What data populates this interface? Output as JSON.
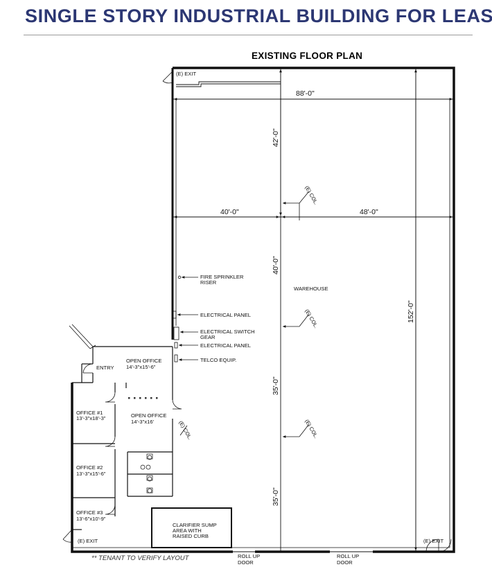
{
  "header": {
    "title": "SINGLE STORY INDUSTRIAL BUILDING FOR LEASE",
    "title_color": "#2c3773"
  },
  "plan": {
    "title": "EXISTING FLOOR PLAN",
    "dimensions": {
      "overall_width": "88'-0\"",
      "overall_depth": "152'-0\"",
      "bay_left": "40'-0\"",
      "bay_right": "48'-0\"",
      "span_1": "42'-0\"",
      "span_2": "40'-0\"",
      "span_3": "35'-0\"",
      "span_4": "35'-0\""
    },
    "labels": {
      "exit_top": "(E) EXIT",
      "exit_bottom_left": "(E) EXIT",
      "exit_bottom_right": "(E) EXIT",
      "sprinkler_1": "FIRE SPRINKLER",
      "sprinkler_2": "RISER",
      "elec_panel_1": "ELECTRICAL PANEL",
      "switch_gear_1": "ELECTRICAL SWITCH",
      "switch_gear_2": "GEAR",
      "elec_panel_2": "ELECTRICAL PANEL",
      "telco": "TELCO EQUIP.",
      "warehouse": "WAREHOUSE",
      "entry": "ENTRY",
      "open_office_1_name": "OPEN OFFICE",
      "open_office_1_size": "14'-3\"x15'-6\"",
      "open_office_2_name": "OPEN OFFICE",
      "open_office_2_size": "14'-3\"x16'",
      "office_1_name": "OFFICE #1",
      "office_1_size": "13'-3\"x18'-3\"",
      "office_2_name": "OFFICE #2",
      "office_2_size": "13'-3\"x15'-6\"",
      "office_3_name": "OFFICE #3",
      "office_3_size": "13'-6\"x10'-9\"",
      "clarifier_1": "CLARIFIER SUMP",
      "clarifier_2": "AREA WITH",
      "clarifier_3": "RAISED CURB",
      "roll_up_1a": "ROLL UP",
      "roll_up_1b": "DOOR",
      "roll_up_2a": "ROLL UP",
      "roll_up_2b": "DOOR",
      "col_1": "(E) COL.",
      "col_2": "(E) COL.",
      "col_3": "(E) COL.",
      "col_4": "(E) COL."
    },
    "footnote": "** TENANT TO VERIFY LAYOUT"
  }
}
